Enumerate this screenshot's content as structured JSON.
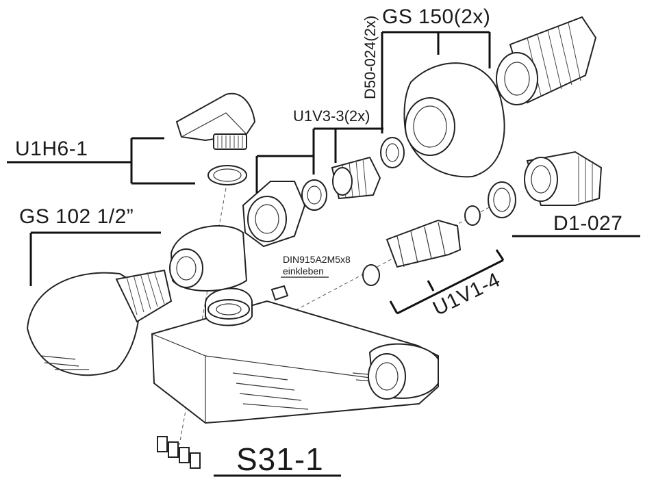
{
  "labels": {
    "gs150": "GS 150(2x)",
    "d50": "D50-024(2x)",
    "u1v33": "U1V3-3(2x)",
    "u1h61": "U1H6-1",
    "gs102": "GS 102 1/2”",
    "d1027": "D1-027",
    "din_line1": "DIN915A2M5x8",
    "din_line2": "einkleben",
    "u1v14": "U1V1-4",
    "s311": "S31-1"
  }
}
